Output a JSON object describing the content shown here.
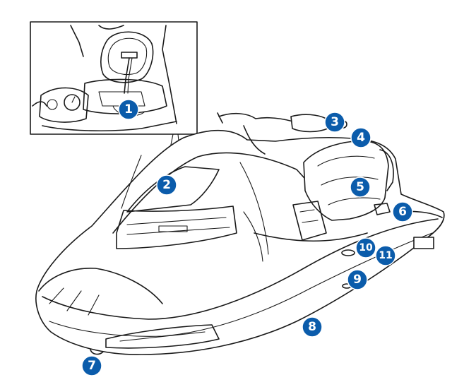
{
  "colors": {
    "badge": "#0b5cab",
    "badge_text": "#ffffff",
    "line": "#1a1a1a"
  },
  "callouts": [
    {
      "id": "1",
      "label": "1"
    },
    {
      "id": "2",
      "label": "2"
    },
    {
      "id": "3",
      "label": "3"
    },
    {
      "id": "4",
      "label": "4"
    },
    {
      "id": "5",
      "label": "5"
    },
    {
      "id": "6",
      "label": "6"
    },
    {
      "id": "7",
      "label": "7"
    },
    {
      "id": "8",
      "label": "8"
    },
    {
      "id": "9",
      "label": "9"
    },
    {
      "id": "10",
      "label": "10"
    },
    {
      "id": "11",
      "label": "11"
    }
  ]
}
